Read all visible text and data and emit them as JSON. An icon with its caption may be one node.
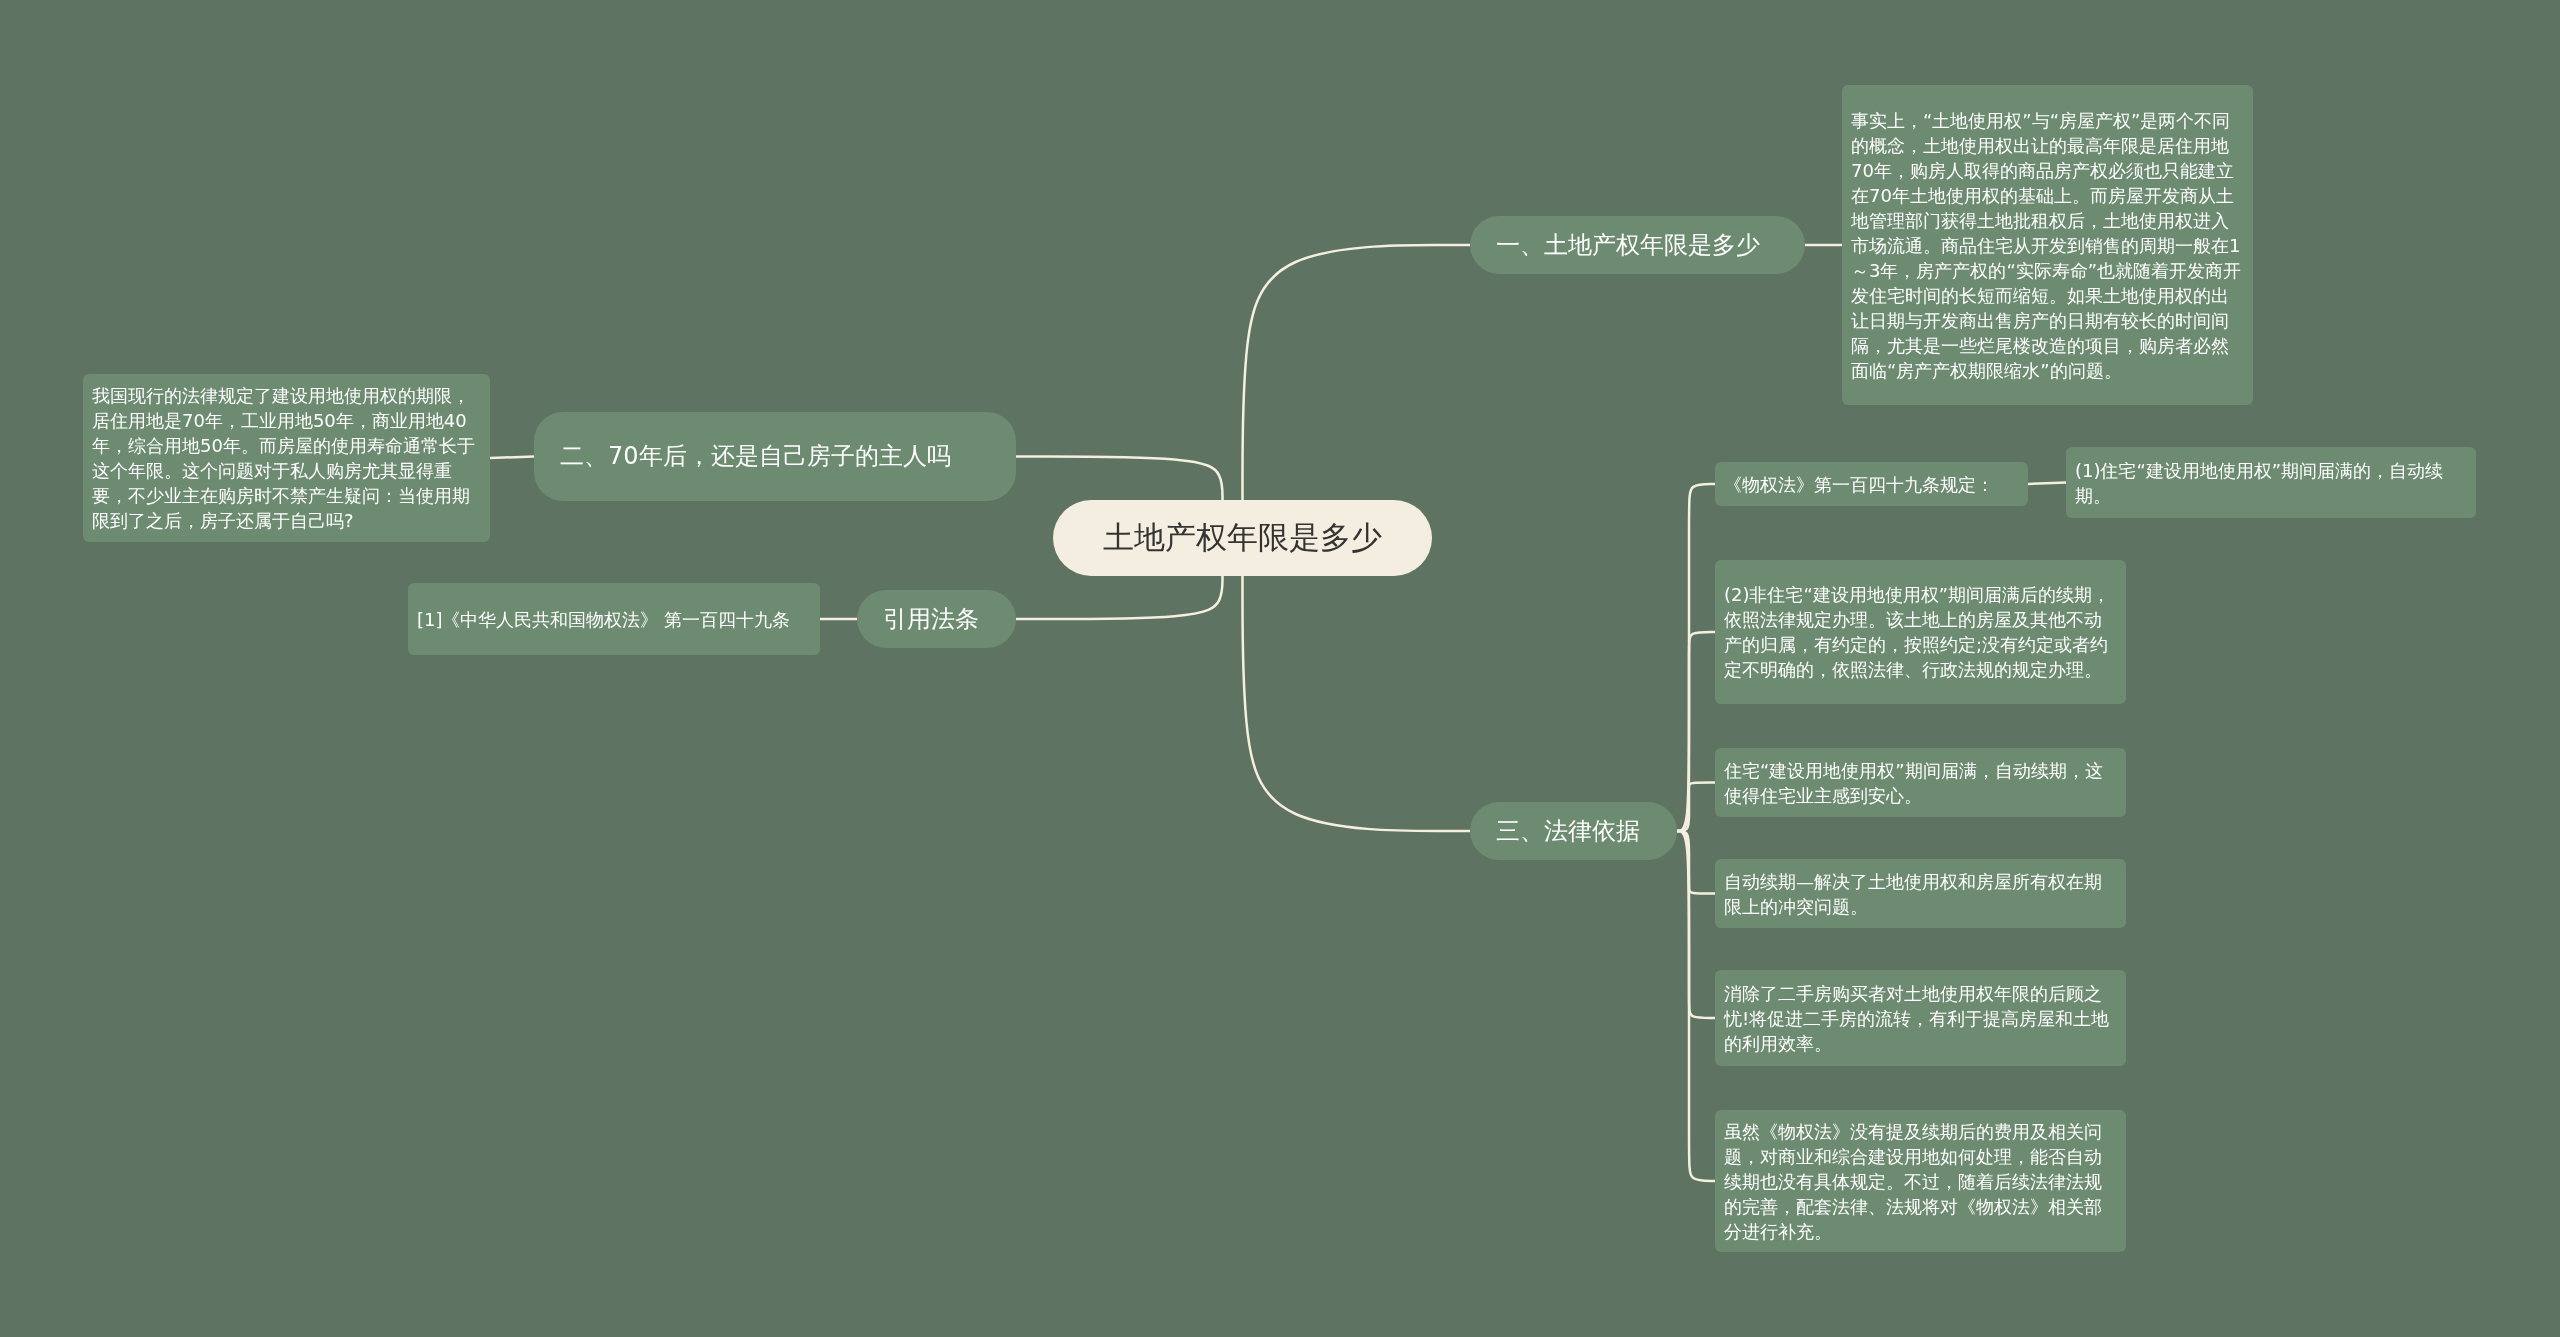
{
  "diagram": {
    "nodes": [
      {
        "text": [
          "土地产权年限是多少"
        ]
      },
      {
        "text": [
          "一、土地产权年限是多少"
        ]
      },
      {
        "text": [
          "事实上，“土地使用权”与“房屋产权”是两个不同的概念，土地使用权出让的最高年限是居住用地70年，购房人取得的商品房产权必须也只能建立在70年土地使用权的基础上。而房屋开发商从土地管理部门获得土地批租权后，土地使用权进入市场流通。商品住宅从开发到销售的周期一般在1～3年，房产产权的“实际寿命”也就随着开发商开发住宅时间的长短而缩短。如果土地使用权的出让日期与开发商出售房产的日期有较长的时间间隔，尤其是一些烂尾楼改造的项目，购房者必然面临“房产产权期限缩水”的问题。"
        ]
      },
      {
        "text": [
          "二、70年后，还是自己房子的主人吗"
        ]
      },
      {
        "text": [
          "我国现行的法律规定了建设用地使用权的期限，居住用地是70年，工业用地50年，商业用地40年，综合用地50年。而房屋的使用寿命通常长于这个年限。这个问题对于私人购房尤其显得重要，不少业主在购房时不禁产生疑问：当使用期限到了之后，房子还属于自己吗?"
        ]
      },
      {
        "text": [
          "引用法条"
        ]
      },
      {
        "text": [
          "[1]《中华人民共和国物权法》 第一百四十九条"
        ]
      },
      {
        "text": [
          "三、法律依据"
        ]
      },
      {
        "text": [
          "《物权法》第一百四十九条规定："
        ]
      },
      {
        "text": [
          "(1)住宅“建设用地使用权”期间届满的，自动续期。"
        ]
      },
      {
        "text": [
          "(2)非住宅“建设用地使用权”期间届满后的续期，依照法律规定办理。该土地上的房屋及其他不动产的归属，有约定的，按照约定;没有约定或者约定不明确的，依照法律、行政法规的规定办理。"
        ]
      },
      {
        "text": [
          "住宅“建设用地使用权”期间届满，自动续期，这使得住宅业主感到安心。"
        ]
      },
      {
        "text": [
          "自动续期—解决了土地使用权和房屋所有权在期限上的冲突问题。"
        ]
      },
      {
        "text": [
          "消除了二手房购买者对土地使用权年限的后顾之忧!将促进二手房的流转，有利于提高房屋和土地的利用效率。"
        ]
      },
      {
        "text": [
          "虽然《物权法》没有提及续期后的费用及相关问题，对商业和综合建设用地如何处理，能否自动续期也没有具体规定。不过，随着后续法律法规的完善，配套法律、法规将对《物权法》相关部分进行补充。"
        ]
      }
    ],
    "edges": [
      {
        "from": 0,
        "to": 1,
        "arrow": "none"
      },
      {
        "from": 1,
        "to": 2,
        "arrow": "none"
      },
      {
        "from": 0,
        "to": 3,
        "arrow": "none"
      },
      {
        "from": 3,
        "to": 4,
        "arrow": "none"
      },
      {
        "from": 0,
        "to": 5,
        "arrow": "none"
      },
      {
        "from": 5,
        "to": 6,
        "arrow": "none"
      },
      {
        "from": 0,
        "to": 7,
        "arrow": "none"
      },
      {
        "from": 7,
        "to": 8,
        "arrow": "none"
      },
      {
        "from": 8,
        "to": 9,
        "arrow": "none"
      },
      {
        "from": 7,
        "to": 10,
        "arrow": "none"
      },
      {
        "from": 7,
        "to": 11,
        "arrow": "none"
      },
      {
        "from": 7,
        "to": 12,
        "arrow": "none"
      },
      {
        "from": 7,
        "to": 13,
        "arrow": "none"
      },
      {
        "from": 7,
        "to": 14,
        "arrow": "none"
      }
    ]
  }
}
